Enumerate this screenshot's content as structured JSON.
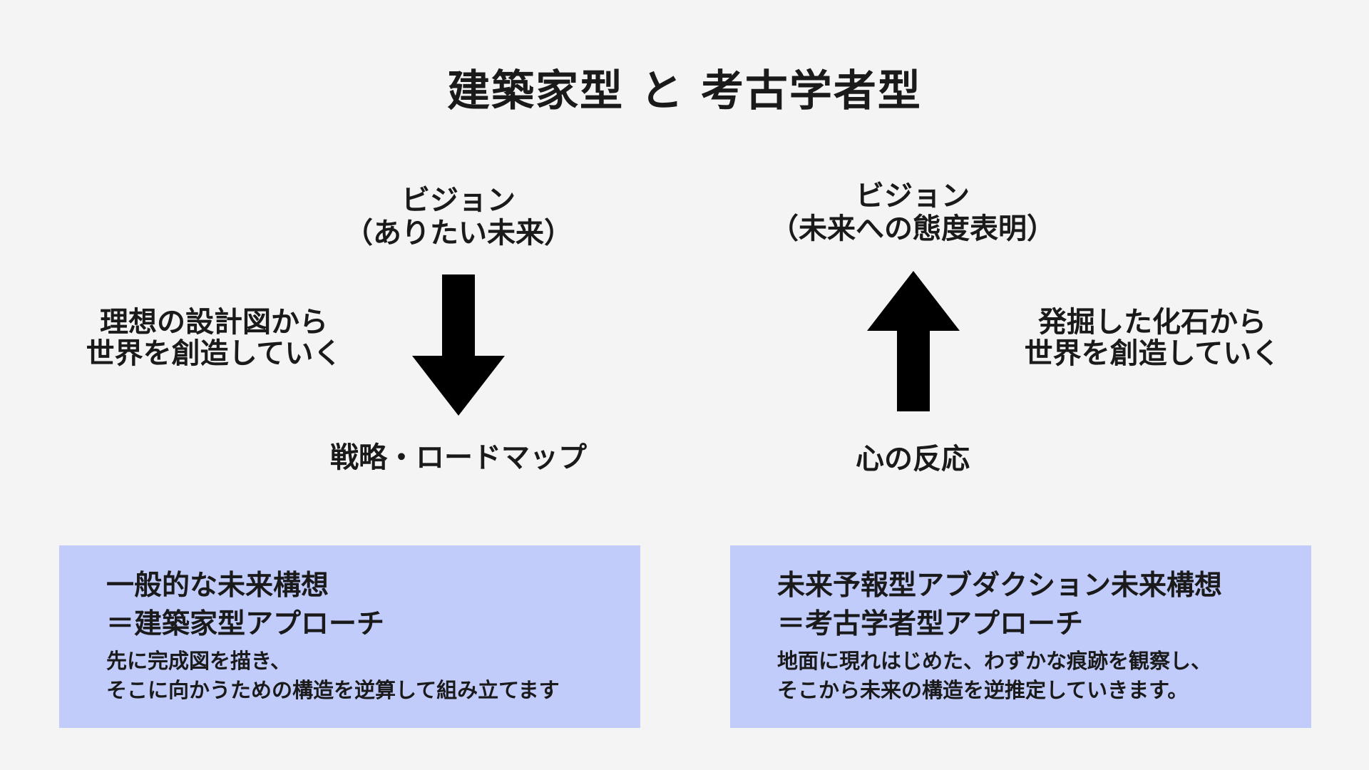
{
  "title": "建築家型 と 考古学者型",
  "left": {
    "vision_line1": "ビジョン",
    "vision_line2": "（ありたい未来）",
    "side_line1": "理想の設計図から",
    "side_line2": "世界を創造していく",
    "bottom_label": "戦略・ロードマップ",
    "arrow_direction": "down",
    "box": {
      "heading_line1": "一般的な未来構想",
      "heading_line2": "＝建築家型アプローチ",
      "body_line1": "先に完成図を描き、",
      "body_line2": "そこに向かうための構造を逆算して組み立てます"
    }
  },
  "right": {
    "vision_line1": "ビジョン",
    "vision_line2": "（未来への態度表明）",
    "side_line1": "発掘した化石から",
    "side_line2": "世界を創造していく",
    "bottom_label": "心の反応",
    "arrow_direction": "up",
    "box": {
      "heading_line1": "未来予報型アブダクション未来構想",
      "heading_line2": "＝考古学者型アプローチ",
      "body_line1": "地面に現れはじめた、わずかな痕跡を観察し、",
      "body_line2": "そこから未来の構造を逆推定していきます。"
    }
  },
  "colors": {
    "background": "#f4f4f4",
    "box_fill": "#c2ccfb",
    "arrow": "#000000",
    "text": "#1a1a1a"
  }
}
